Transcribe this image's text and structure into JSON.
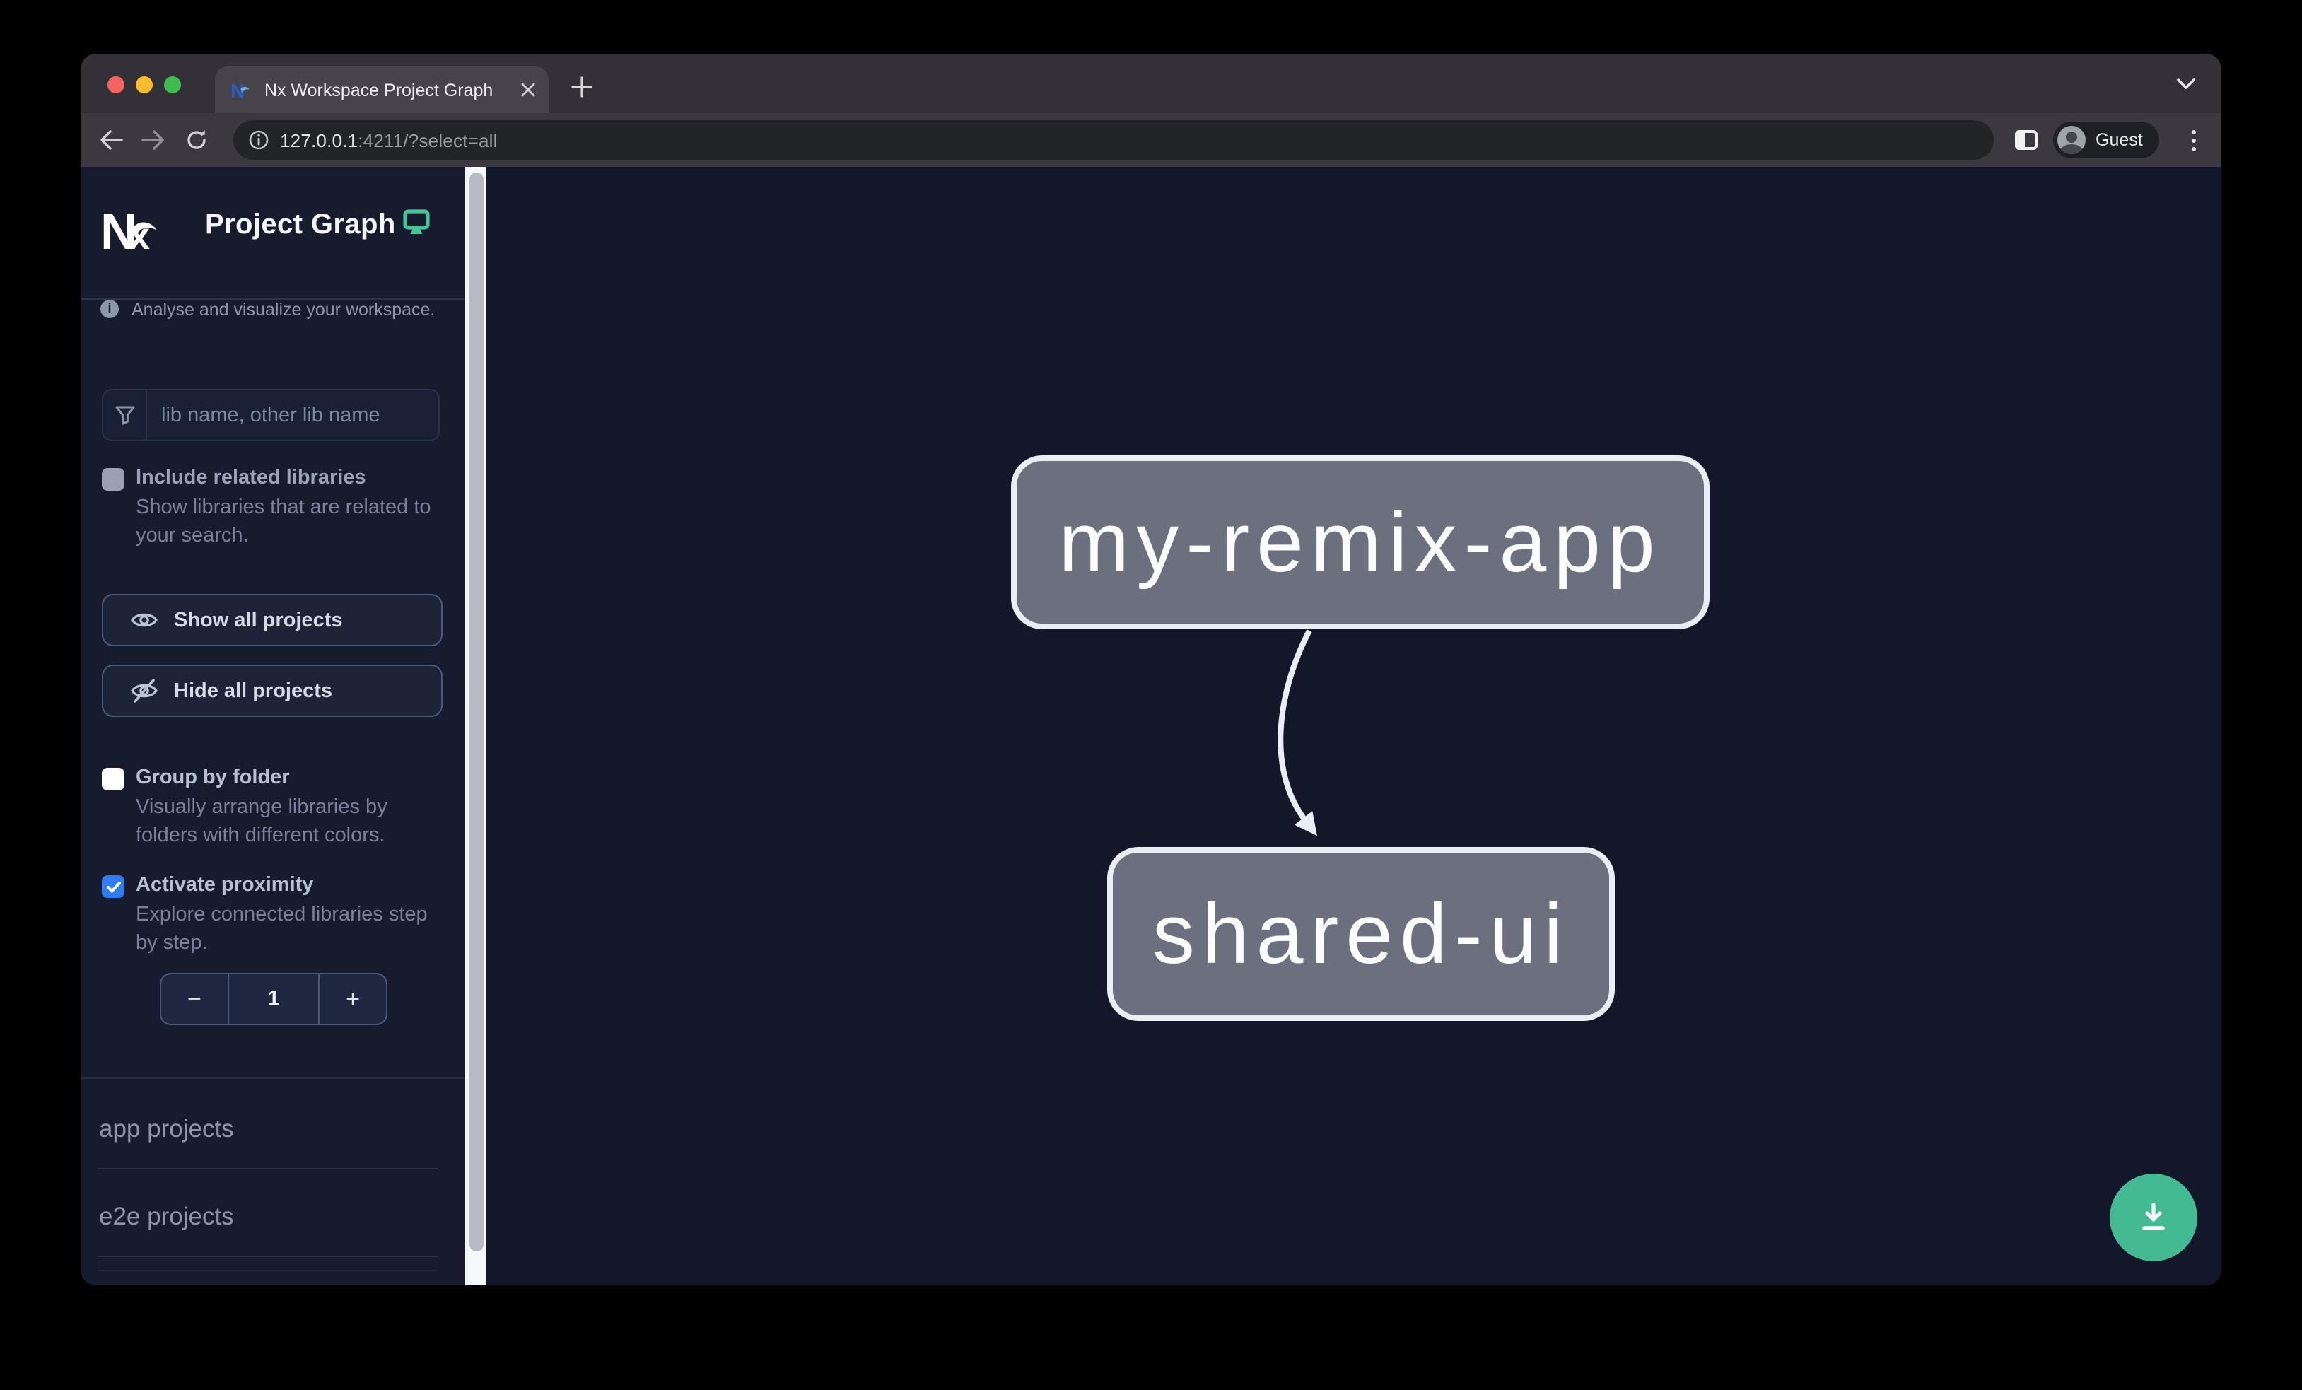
{
  "browser": {
    "tab_title": "Nx Workspace Project Graph",
    "url_host": "127.0.0.1",
    "url_suffix": ":4211/?select=all",
    "profile_label": "Guest",
    "traffic_light_colors": {
      "close": "#f4645d",
      "minimize": "#fbbc2e",
      "zoom": "#3ebd4e"
    }
  },
  "sidebar": {
    "app_title": "Project Graph",
    "tagline": "Analyse and visualize your workspace.",
    "filter_placeholder": "lib name, other lib name",
    "include_related": {
      "label": "Include related libraries",
      "desc_line1": "Show libraries that are related to",
      "desc_line2": "your search.",
      "checked": false
    },
    "show_all_label": "Show all projects",
    "hide_all_label": "Hide all projects",
    "group_by_folder": {
      "label": "Group by folder",
      "desc_line1": "Visually arrange libraries by",
      "desc_line2": "folders with different colors.",
      "checked": false
    },
    "activate_proximity": {
      "label": "Activate proximity",
      "desc_line1": "Explore connected libraries step",
      "desc_line2": "by step.",
      "checked": true
    },
    "stepper": {
      "decrement": "−",
      "value": "1",
      "increment": "+"
    },
    "sections": [
      {
        "label": "app projects"
      },
      {
        "label": "e2e projects"
      }
    ]
  },
  "graph": {
    "nodes": [
      {
        "id": "my-remix-app",
        "label": "my-remix-app"
      },
      {
        "id": "shared-ui",
        "label": "shared-ui"
      }
    ],
    "edges": [
      {
        "source": "my-remix-app",
        "target": "shared-ui"
      }
    ],
    "colors": {
      "canvas_bg": "#121729",
      "sidebar_bg": "#171b2e",
      "node_fill": "#6c6f7d",
      "node_border": "#e9edf4",
      "edge_stroke": "#e9edf4",
      "accent_green": "#46c696",
      "fab_green": "#43ba92",
      "checkbox_blue": "#2e7df5"
    }
  }
}
